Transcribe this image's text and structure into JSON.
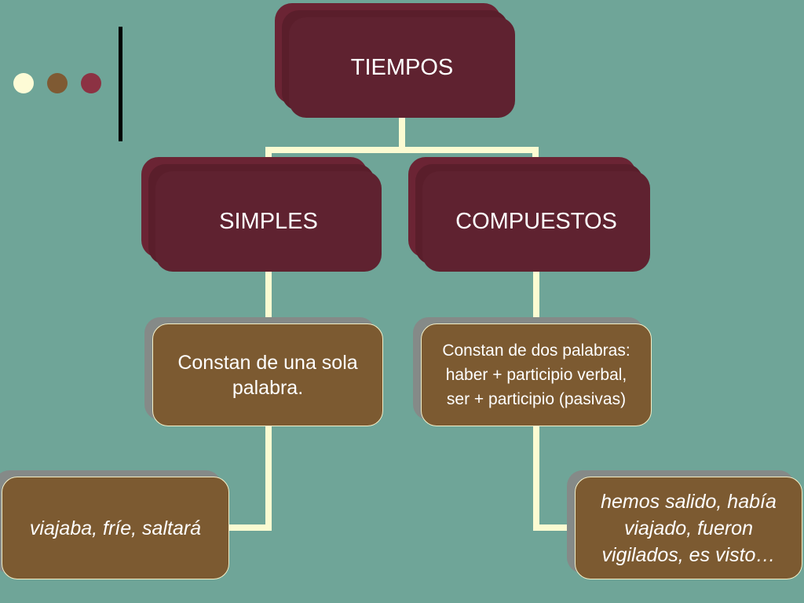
{
  "decor": {
    "dot_colors": [
      "#fdfbd6",
      "#7f5a33",
      "#8c3243"
    ],
    "line_color": "#000000"
  },
  "colors": {
    "background": "#6fa598",
    "maroon": "#5f2230",
    "brown": "#7c5a31",
    "connector": "#fcfbd2"
  },
  "nodes": {
    "root": "TIEMPOS",
    "simples": "SIMPLES",
    "compuestos": "COMPUESTOS",
    "simples_def": "Constan de una sola palabra.",
    "compuestos_def_lines": [
      "Constan de dos palabras:",
      "haber + participio verbal,",
      "ser + participio (pasivas)"
    ],
    "simples_example": "viajaba, fríe, saltará",
    "compuestos_example_lines": [
      "hemos salido, había",
      "viajado, fueron",
      "vigilados, es visto…"
    ]
  }
}
